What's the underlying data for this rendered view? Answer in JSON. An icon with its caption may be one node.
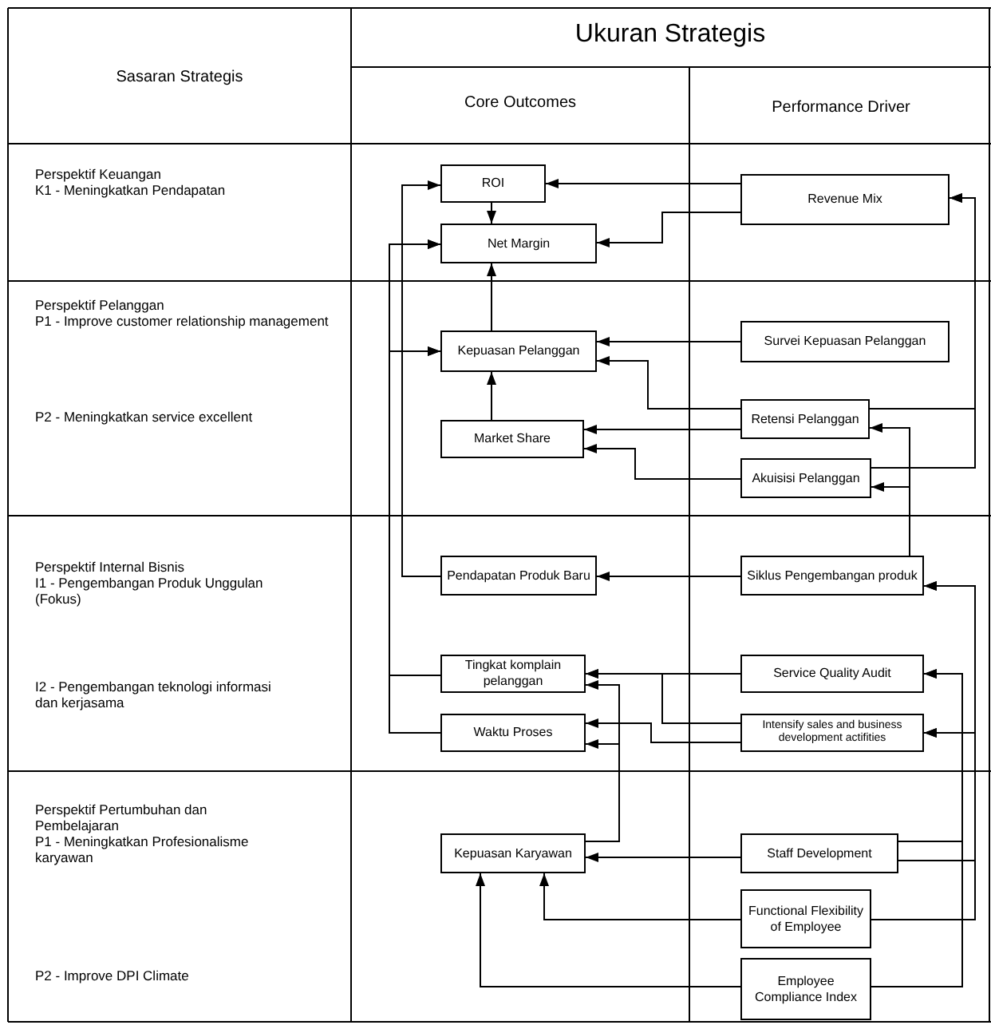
{
  "diagram": {
    "nodes": [
      {
        "text": [
          "ROI"
        ]
      },
      {
        "text": [
          "Net Margin"
        ]
      },
      {
        "text": [
          "Revenue Mix"
        ]
      },
      {
        "text": [
          "Kepuasan Pelanggan"
        ]
      },
      {
        "text": [
          "Survei Kepuasan Pelanggan"
        ]
      },
      {
        "text": [
          "Market Share"
        ]
      },
      {
        "text": [
          "Retensi Pelanggan"
        ]
      },
      {
        "text": [
          "Akuisisi Pelanggan"
        ]
      },
      {
        "text": [
          "Pendapatan Produk Baru"
        ]
      },
      {
        "text": [
          "Siklus Pengembangan produk"
        ]
      },
      {
        "text": [
          "Tingkat komplain pelanggan"
        ]
      },
      {
        "text": [
          "Service Quality Audit"
        ]
      },
      {
        "text": [
          "Waktu Proses"
        ]
      },
      {
        "text": [
          "Intensify sales and business development actifities"
        ]
      },
      {
        "text": [
          "Kepuasan Karyawan"
        ]
      },
      {
        "text": [
          "Staff Development"
        ]
      },
      {
        "text": [
          "Functional Flexibility of Employee"
        ]
      },
      {
        "text": [
          "Employee Compliance Index"
        ]
      }
    ],
    "edges": [
      {
        "from": 0,
        "to": 1,
        "arrow": "to"
      },
      {
        "from": 2,
        "to": 0,
        "arrow": "to"
      },
      {
        "from": 2,
        "to": 1,
        "arrow": "to"
      },
      {
        "from": 3,
        "to": 1,
        "arrow": "to"
      },
      {
        "from": 4,
        "to": 3,
        "arrow": "to"
      },
      {
        "from": 6,
        "to": 3,
        "arrow": "to"
      },
      {
        "from": 5,
        "to": 3,
        "arrow": "to"
      },
      {
        "from": 6,
        "to": 5,
        "arrow": "to"
      },
      {
        "from": 6,
        "to": 2,
        "arrow": "to"
      },
      {
        "from": 7,
        "to": 5,
        "arrow": "to"
      },
      {
        "from": 7,
        "to": 2,
        "arrow": "to"
      },
      {
        "from": 9,
        "to": 8,
        "arrow": "to"
      },
      {
        "from": 9,
        "to": 6,
        "arrow": "to"
      },
      {
        "from": 9,
        "to": 7,
        "arrow": "to"
      },
      {
        "from": 8,
        "to": 0,
        "arrow": "to"
      },
      {
        "from": 10,
        "to": 1,
        "arrow": "to"
      },
      {
        "from": 10,
        "to": 3,
        "arrow": "to"
      },
      {
        "from": 12,
        "to": 1,
        "arrow": "to"
      },
      {
        "from": 12,
        "to": 3,
        "arrow": "to"
      },
      {
        "from": 11,
        "to": 10,
        "arrow": "to"
      },
      {
        "from": 13,
        "to": 10,
        "arrow": "to"
      },
      {
        "from": 13,
        "to": 12,
        "arrow": "to"
      },
      {
        "from": 14,
        "to": 10,
        "arrow": "to"
      },
      {
        "from": 14,
        "to": 12,
        "arrow": "to"
      },
      {
        "from": 15,
        "to": 14,
        "arrow": "to"
      },
      {
        "from": 15,
        "to": 11,
        "arrow": "to"
      },
      {
        "from": 17,
        "to": 11,
        "arrow": "to"
      },
      {
        "from": 15,
        "to": 13,
        "arrow": "to"
      },
      {
        "from": 15,
        "to": 9,
        "arrow": "to"
      },
      {
        "from": 16,
        "to": 13,
        "arrow": "to"
      },
      {
        "from": 16,
        "to": 9,
        "arrow": "to"
      },
      {
        "from": 16,
        "to": 14,
        "arrow": "to"
      },
      {
        "from": 17,
        "to": 14,
        "arrow": "to"
      }
    ],
    "labels": [
      "Sasaran Strategis",
      "Ukuran Strategis",
      "Core Outcomes",
      "Performance Driver",
      "Perspektif Keuangan",
      "K1 - Meningkatkan Pendapatan",
      "Perspektif Pelanggan",
      "P1 - Improve customer relationship management",
      "P2 - Meningkatkan service excellent",
      "Perspektif Internal Bisnis",
      "I1 - Pengembangan Produk Unggulan (Fokus)",
      "I2 - Pengembangan teknologi informasi dan kerjasama",
      "Perspektif Pertumbuhan dan Pembelajaran",
      "P1 - Meningkatkan Profesionalisme karyawan",
      "P2 - Improve DPI Climate"
    ]
  }
}
